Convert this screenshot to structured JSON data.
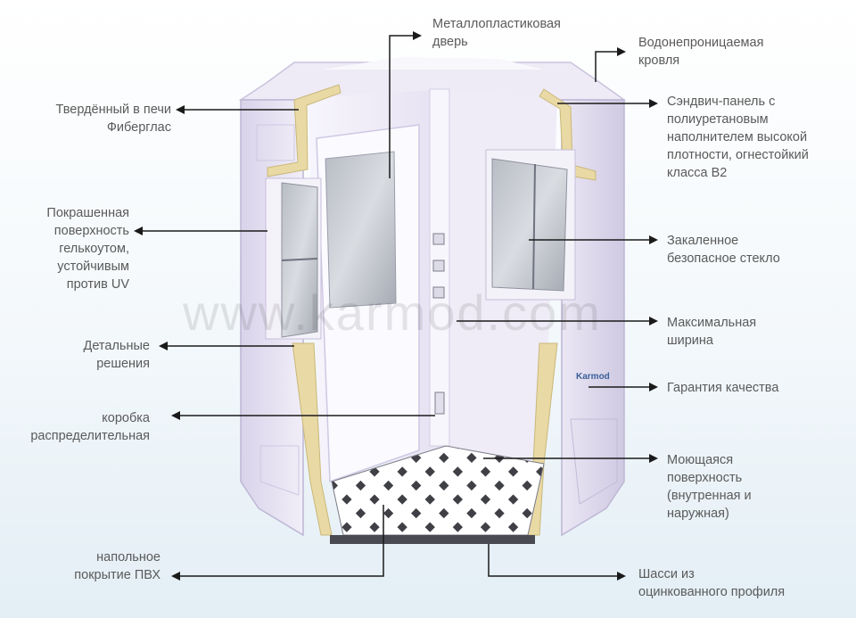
{
  "watermark": "www.karmod.com",
  "brand_plate": "Karmod",
  "labels_left": {
    "fiberglass": "Твердённый в печи\nФиберглас",
    "gelcoat": "Покрашенная\nповерхность\nгелькоутом,\nустойчивым\nпротив UV",
    "details": "Детальные\nрешения",
    "junction_box": "коробка\nраспределительная",
    "floor": "напольное\nпокрытие ПВХ"
  },
  "labels_top": {
    "door": "Металлопластиковая\nдверь"
  },
  "labels_right": {
    "roof": "Водонепроницаемая\nкровля",
    "sandwich": "Сэндвич-панель с\nполиуретановым\nнаполнителем высокой\nплотности, огнестойкий\nкласса В2",
    "glass": "Закаленное\nбезопасное стекло",
    "width": "Максимальная\nширина",
    "warranty": "Гарантия качества",
    "washable": "Моющаяся\nповерхность\n(внутренная и\nнаружная)",
    "chassis": "Шасси из\nоцинкованного профиля"
  }
}
